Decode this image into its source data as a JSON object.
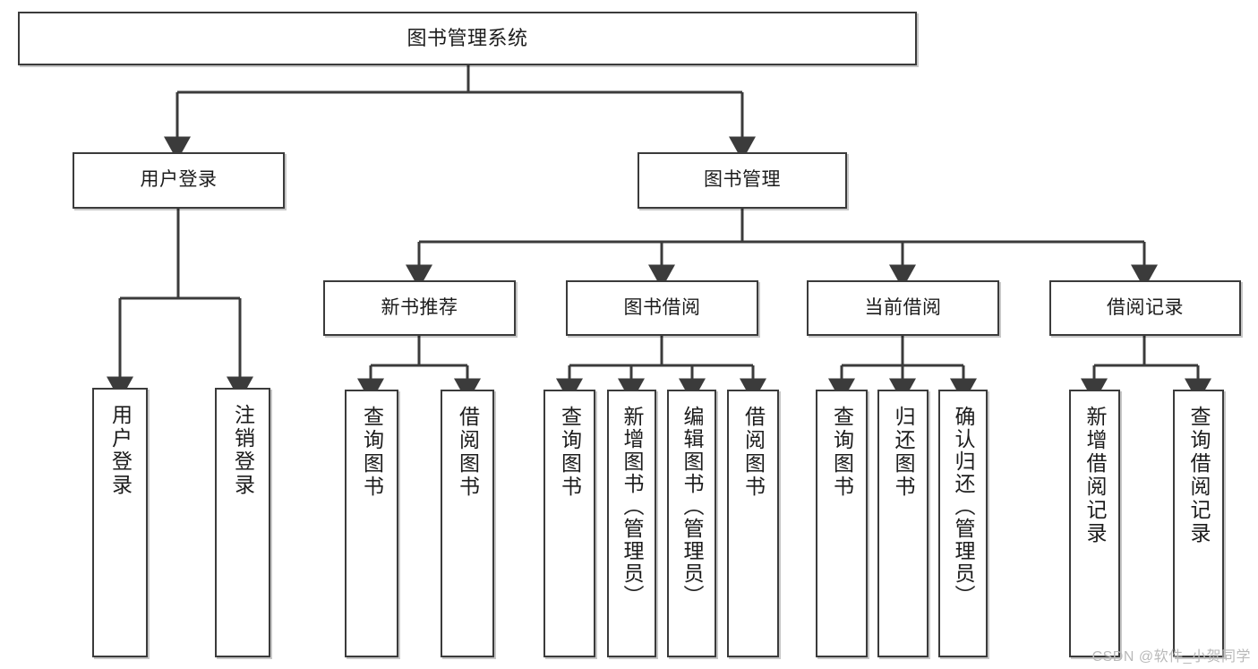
{
  "diagram": {
    "title": "图书管理系统",
    "watermark": "CSDN @软件_小贺同学",
    "colors": {
      "stroke": "#3b3b3b",
      "fill": "#ffffff",
      "text": "#1c1c1c",
      "watermark": "#b9b9b9",
      "background": "#ffffff"
    },
    "nodes": {
      "root": "图书管理系统",
      "level2": {
        "user_login": "用户登录",
        "book_manage": "图书管理"
      },
      "level3": {
        "new_book_recommend": "新书推荐",
        "book_borrow": "图书借阅",
        "current_borrow": "当前借阅",
        "borrow_record": "借阅记录"
      },
      "leaves": {
        "user_login_1": "用户登录",
        "user_login_2": "注销登录",
        "recommend_1": "查询图书",
        "recommend_2": "借阅图书",
        "borrow_1": "查询图书",
        "borrow_2": "新增图书（管理员）",
        "borrow_3": "编辑图书（管理员）",
        "borrow_4": "借阅图书",
        "current_1": "查询图书",
        "current_2": "归还图书",
        "current_3": "确认归还（管理员）",
        "record_1": "新增借阅记录",
        "record_2": "查询借阅记录"
      }
    }
  }
}
